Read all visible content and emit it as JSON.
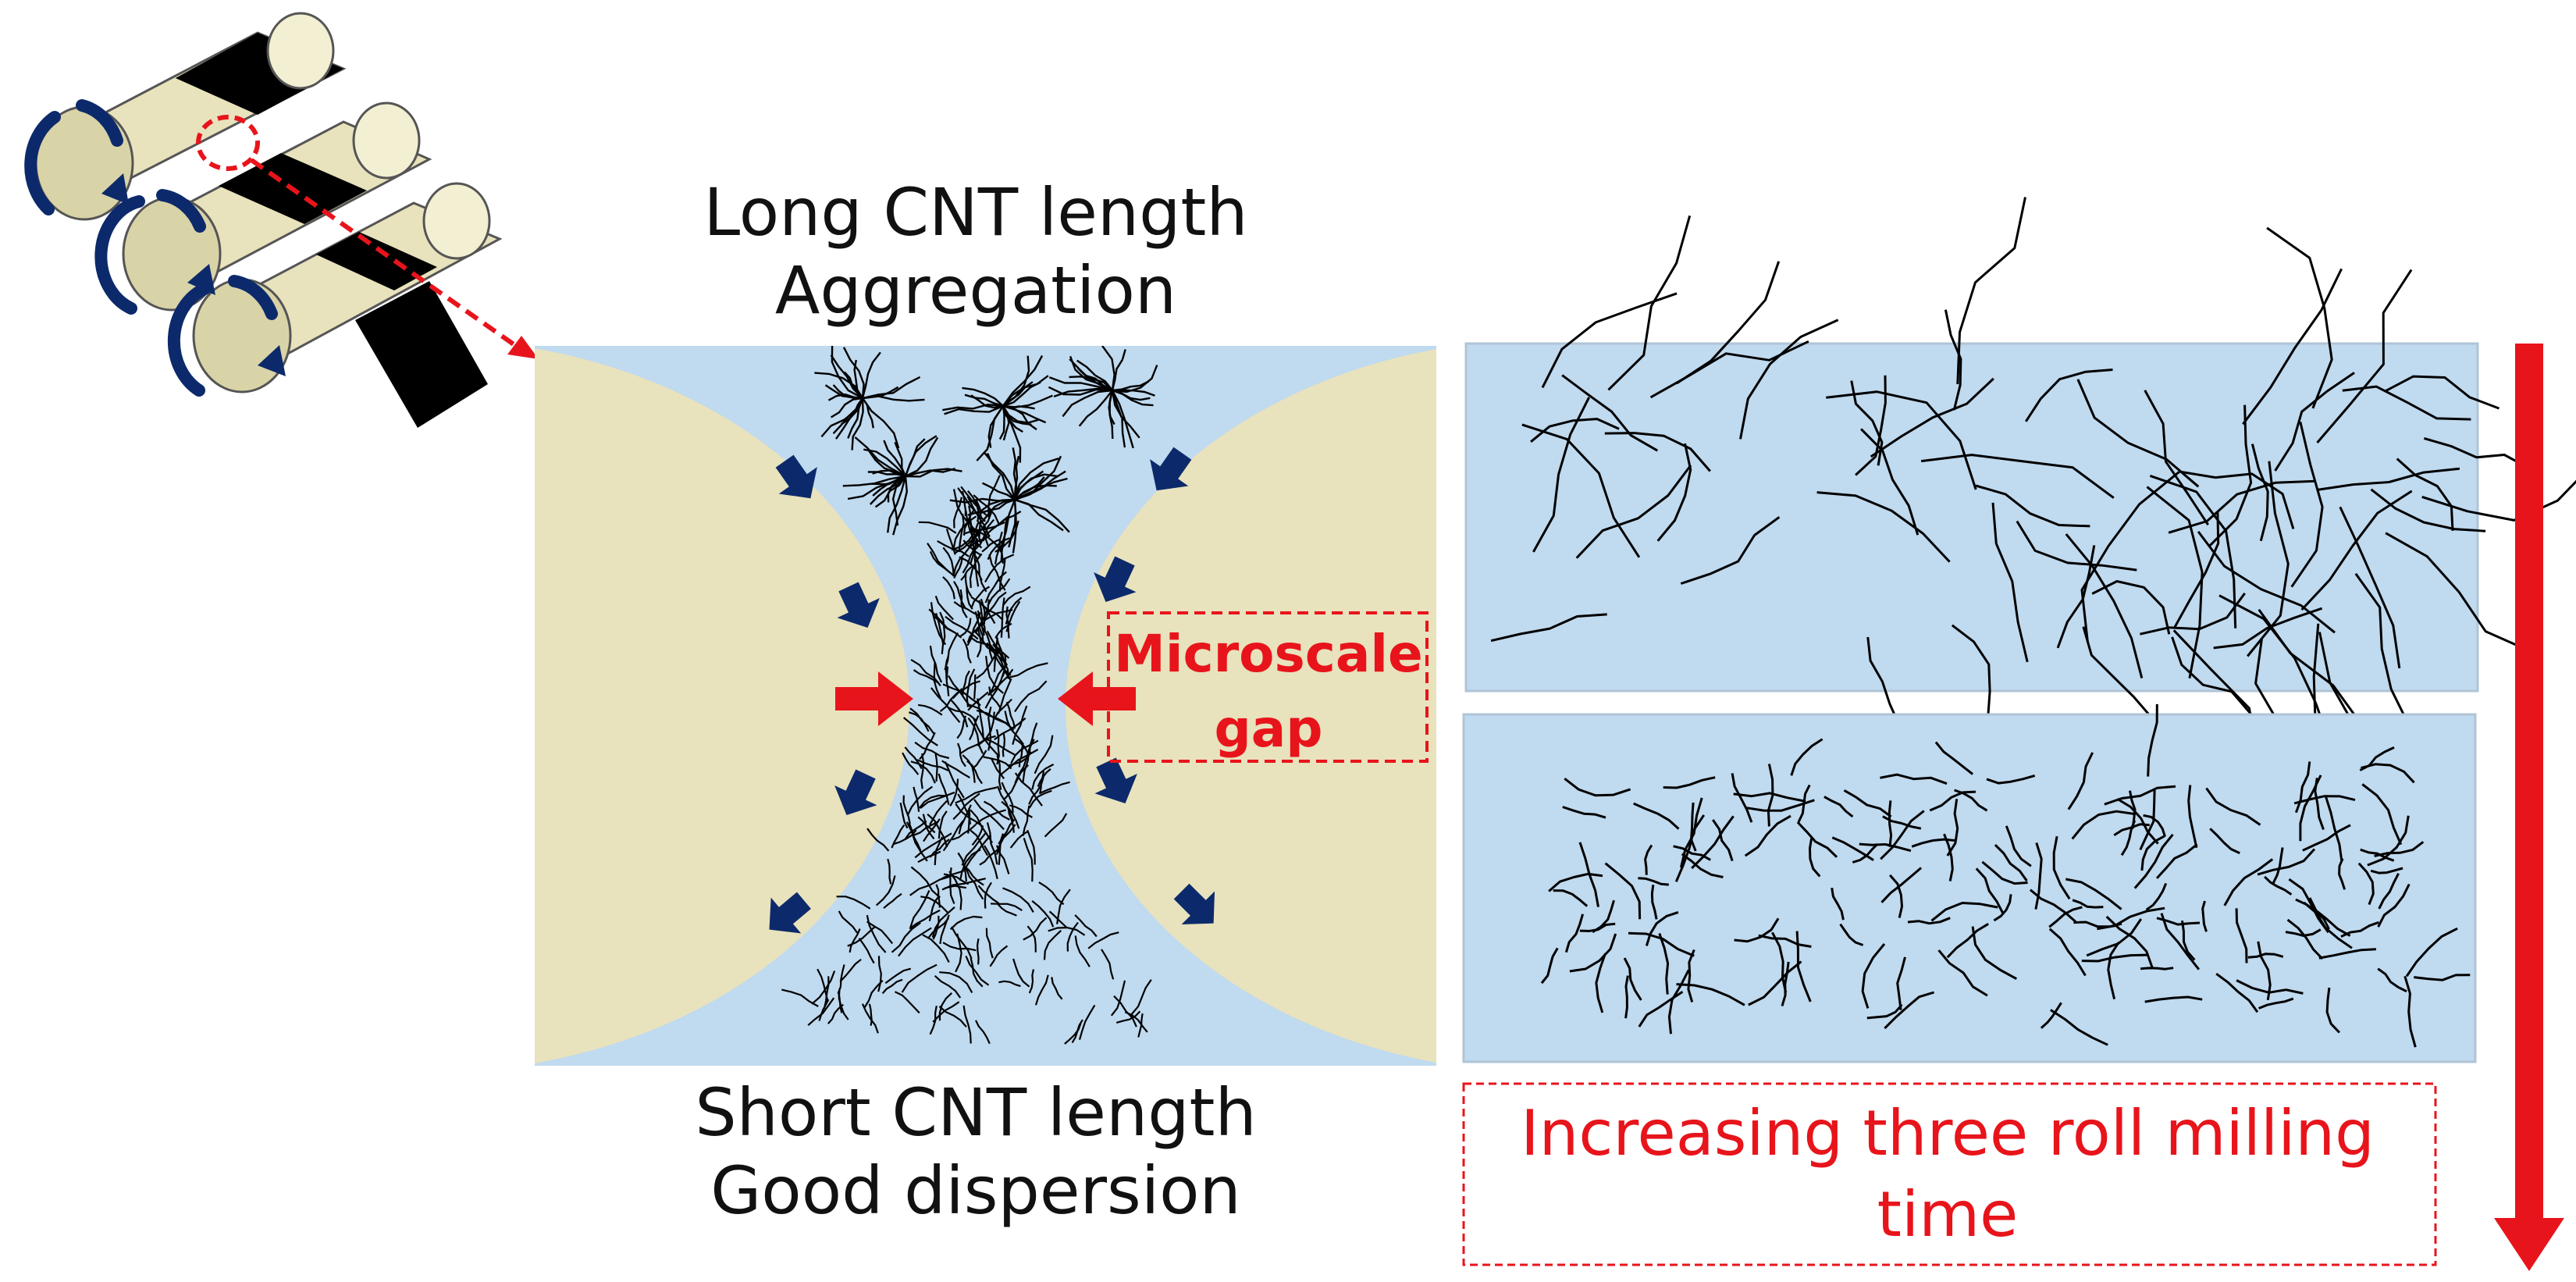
{
  "top_label": {
    "line1": "Long CNT length",
    "line2": "Aggregation"
  },
  "bottom_label": {
    "line1": "Short CNT length",
    "line2": "Good dispersion"
  },
  "gap_label": {
    "line1": "Microscale",
    "line2": "gap"
  },
  "time_label": {
    "line1": "Increasing three roll milling",
    "line2": "time"
  },
  "colors": {
    "roll_beige": "#e8e2bd",
    "paste_blue": "#c0daef",
    "flow_arrow": "#0c2a6b",
    "accent_red": "#e8141b",
    "cnt_black": "#000000"
  },
  "icons": [
    "rotation-arrow-icon",
    "flow-arrow-icon",
    "compression-arrow-icon",
    "time-arrow-icon"
  ]
}
